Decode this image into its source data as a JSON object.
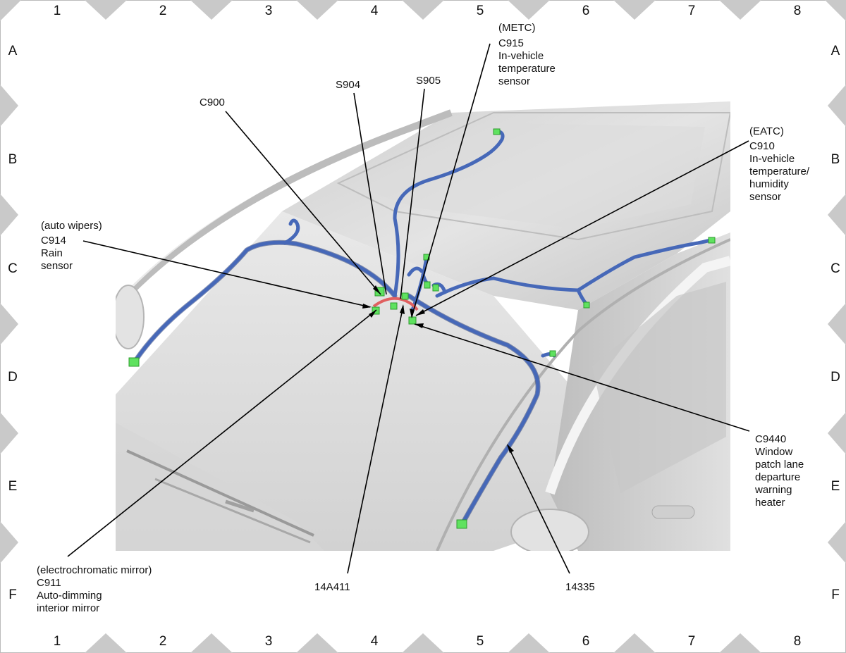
{
  "grid": {
    "columns": [
      "1",
      "2",
      "3",
      "4",
      "5",
      "6",
      "7",
      "8"
    ],
    "rows": [
      "A",
      "B",
      "C",
      "D",
      "E",
      "F"
    ]
  },
  "callouts": {
    "c900": {
      "lines": [
        "C900"
      ]
    },
    "s904": {
      "lines": [
        "S904"
      ]
    },
    "s905": {
      "lines": [
        "S905"
      ]
    },
    "c915": {
      "lines": [
        "(METC)",
        "C915",
        "In-vehicle",
        "temperature",
        "sensor"
      ]
    },
    "c910": {
      "lines": [
        "(EATC)",
        "C910",
        "In-vehicle",
        "temperature/",
        "humidity",
        "sensor"
      ]
    },
    "c914": {
      "lines": [
        "(auto wipers)",
        "C914",
        "Rain",
        "sensor"
      ]
    },
    "c9440": {
      "lines": [
        "C9440",
        "Window",
        "patch lane",
        "departure",
        "warning",
        "heater"
      ]
    },
    "c911": {
      "lines": [
        "(electrochromatic mirror)",
        "C911",
        "Auto-dimming",
        "interior mirror"
      ]
    },
    "h14a411": {
      "lines": [
        "14A411"
      ]
    },
    "h14335": {
      "lines": [
        "14335"
      ]
    }
  },
  "colors": {
    "harness": "#4668b8",
    "connector": "#5fe25f",
    "splice": "#e06060",
    "grid_marker": "#c9c9c9",
    "vehicle_body": "#d8d8d8"
  }
}
